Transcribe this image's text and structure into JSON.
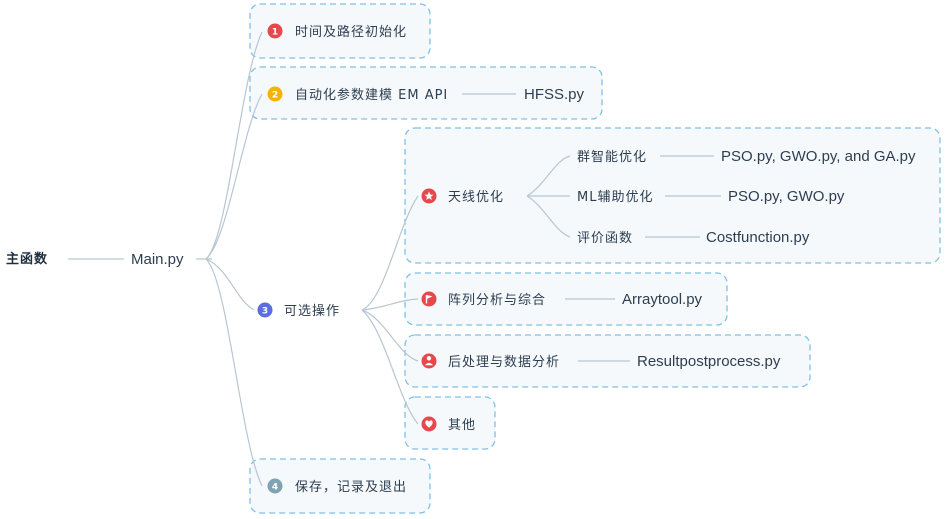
{
  "root": {
    "label": "主函数"
  },
  "main": {
    "label": "Main.py"
  },
  "branches": [
    {
      "marker": "1",
      "marker_color": "#e5484d",
      "label": "时间及路径初始化"
    },
    {
      "marker": "2",
      "marker_color": "#f5b400",
      "label": "自动化参数建模 EM API",
      "child": "HFSS.py"
    },
    {
      "marker": "3",
      "marker_color": "#5b6ee1",
      "label": "可选操作",
      "children": [
        {
          "icon": "star-icon",
          "icon_color": "#e5484d",
          "label": "天线优化",
          "children": [
            {
              "label": "群智能优化",
              "child": "PSO.py, GWO.py, and GA.py"
            },
            {
              "label": "ML辅助优化",
              "child": "PSO.py, GWO.py"
            },
            {
              "label": "评价函数",
              "child": "Costfunction.py"
            }
          ]
        },
        {
          "icon": "flag-icon",
          "icon_color": "#e5484d",
          "label": "阵列分析与综合",
          "child": "Arraytool.py"
        },
        {
          "icon": "person-icon",
          "icon_color": "#e5484d",
          "label": "后处理与数据分析",
          "child": "Resultpostprocess.py"
        },
        {
          "icon": "heart-icon",
          "icon_color": "#e5484d",
          "label": "其他"
        }
      ]
    },
    {
      "marker": "4",
      "marker_color": "#7fa3b3",
      "label": "保存，记录及退出"
    }
  ]
}
